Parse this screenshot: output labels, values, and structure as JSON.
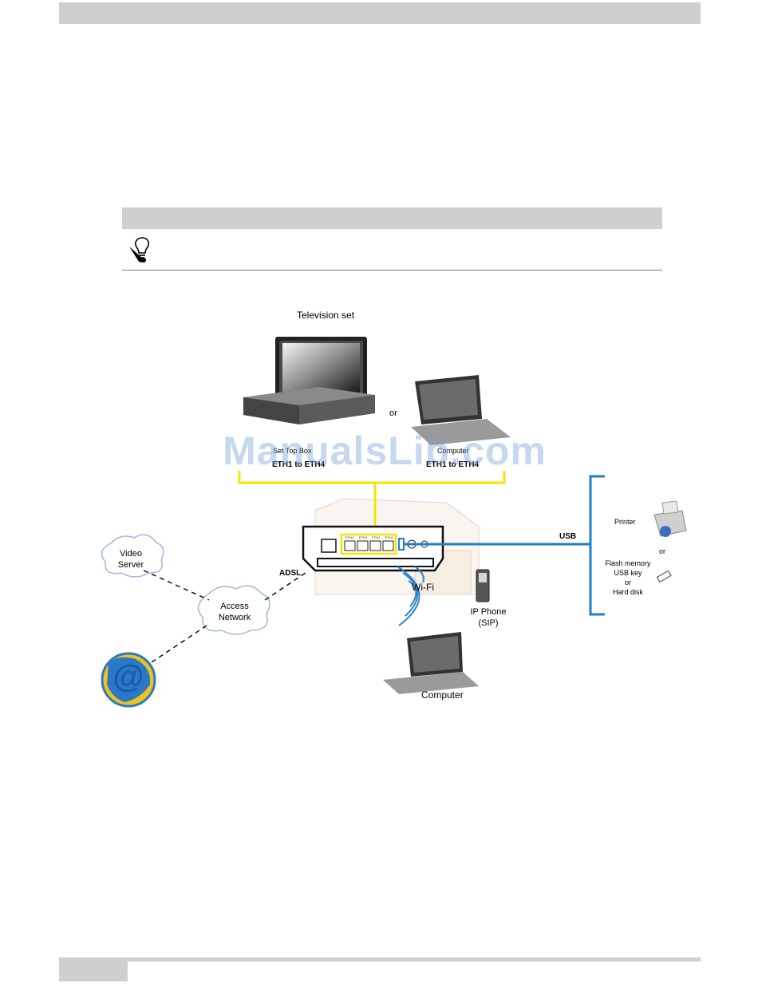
{
  "diagram": {
    "television_set": "Television set",
    "set_top_box": "Set Top Box",
    "eth_left": "ETH1 to ETH4",
    "or_top": "or",
    "computer_top": "Computer",
    "eth_right": "ETH1 to ETH4",
    "usb": "USB",
    "printer": "Printer",
    "or_right": "or",
    "storage": [
      "Flash memory",
      "USB key",
      "or",
      "Hard disk"
    ],
    "video_server": [
      "Video",
      "Server"
    ],
    "access_network": [
      "Access",
      "Network"
    ],
    "adsl": "ADSL",
    "wifi": "Wi-Fi",
    "ip_phone": [
      "IP Phone",
      "(SIP)"
    ],
    "computer_bottom": "Computer",
    "internet_symbol": "@",
    "router_ports": [
      "ETH4",
      "ETH3",
      "ETH2",
      "ETH1"
    ]
  },
  "watermark": "ManualsLib.com",
  "colors": {
    "ethernet_link": "#f2e600",
    "usb_link": "#1f7fc6",
    "wifi_waves": "#2a82c8",
    "bar_gray": "#cfcfcf"
  }
}
